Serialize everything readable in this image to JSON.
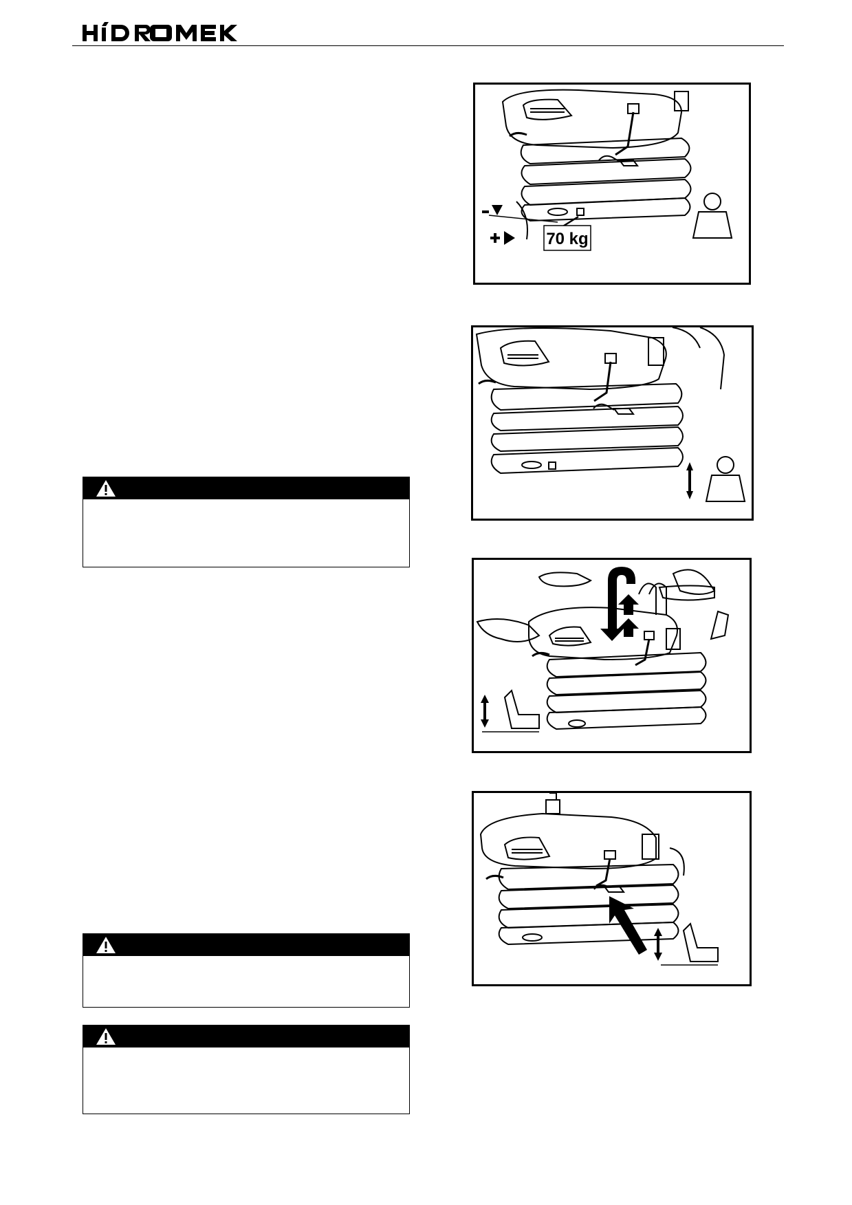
{
  "header": {
    "brand": "HIDROMEK"
  },
  "figures": [
    {
      "id": "fig-weight-adjust",
      "icon": "weight-icon",
      "label": "70 kg",
      "minus": "-",
      "plus": "+"
    },
    {
      "id": "fig-weight-result",
      "icon": "weight-icon"
    },
    {
      "id": "fig-height-lift",
      "icon": "seat-height-icon"
    },
    {
      "id": "fig-height-lever",
      "icon": "seat-height-icon"
    }
  ],
  "warnings": [
    {
      "id": "warning-1",
      "icon": "warning-triangle-icon"
    },
    {
      "id": "warning-2",
      "icon": "warning-triangle-icon"
    },
    {
      "id": "warning-3",
      "icon": "warning-triangle-icon"
    }
  ],
  "colors": {
    "ink": "#000000",
    "paper": "#ffffff"
  }
}
